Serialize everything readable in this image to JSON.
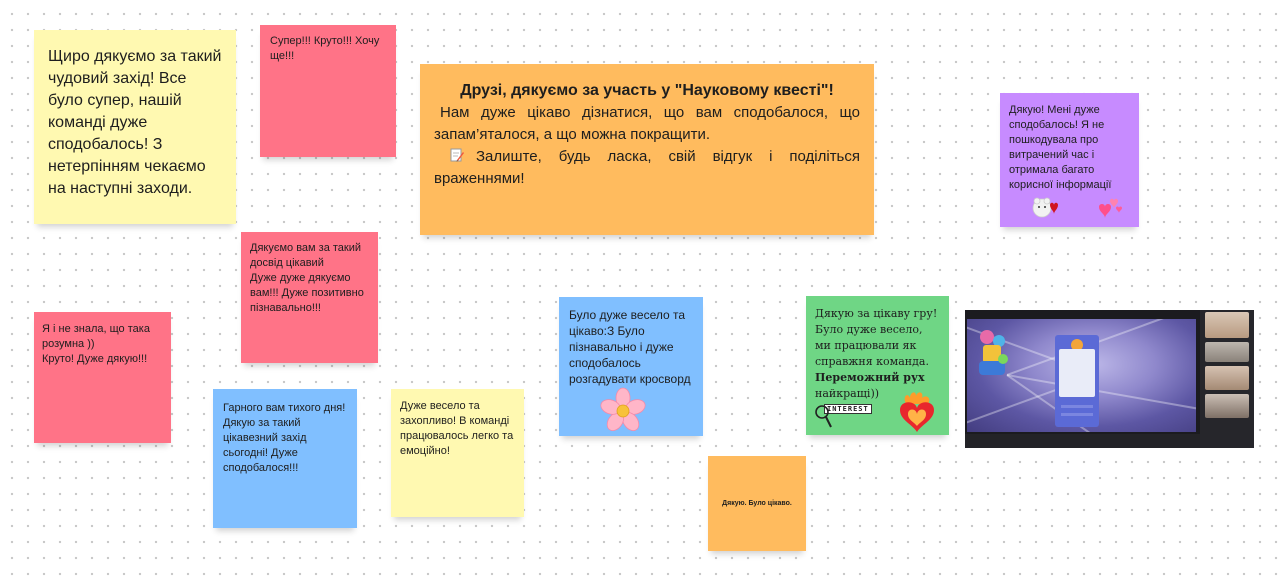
{
  "notes": {
    "thanks_event": "Щиро  дякуємо за такий чудовий захід! Все було супер, нашій команді дуже сподобалось! З нетерпінням чекаємо на наступні заходи.",
    "super": "Супер!!! Круто!!! Хочу ще!!!",
    "main_title": "Друзі, дякуємо за участь у \"Науковому квесті\"!",
    "main_body": "Нам дуже цікаво дізнатися, що вам сподобалося, що запам’яталося, а що можна покращити.",
    "main_body2": "Залиште, будь ласка, свій відгук і поділіться враженнями!",
    "purple": "Дякую! Мені дуже сподобалось! Я не пошкодувала про витрачений час і отримала багато корисної інформації",
    "experience": "Дякуємо вам за такий досвід цікавий\nДуже дуже дякуємо вам!!! Дуже позитивно пізнавально!!!",
    "smart": "Я і не знала, що така розумна ))\nКруто! Дуже дякую!!!",
    "quiet": "Гарного вам тихого дня! Дякую за такий цікавезний захід сьогодні! Дуже сподобалося!!!",
    "fun_team": "Дуже весело та захопливо! В команді працювалось легко та емоційно!",
    "crossword": "Було дуже весело та цікаво:З Було пізнавально і дуже сподобалось розгадувати кросворд",
    "game_part1": "Дякую за цікаву гру! Було дуже весело, ми працювали як справжня команда.",
    "game_bold": "Переможний рух",
    "game_part2": "найкращі))",
    "short": "Дякую. Було цікаво."
  },
  "stickers": {
    "interest": "INTEREST"
  },
  "icons": [
    "memo-icon",
    "flower-icon",
    "heart-fire-icon",
    "magnifier-icon",
    "hearts-icon",
    "bear-icon"
  ],
  "colors": {
    "yellow": "#fff9b1",
    "pink": "#ff7387",
    "orange": "#ffbb5e",
    "purple": "#c78bff",
    "blue": "#80bfff",
    "green": "#6fd685"
  }
}
